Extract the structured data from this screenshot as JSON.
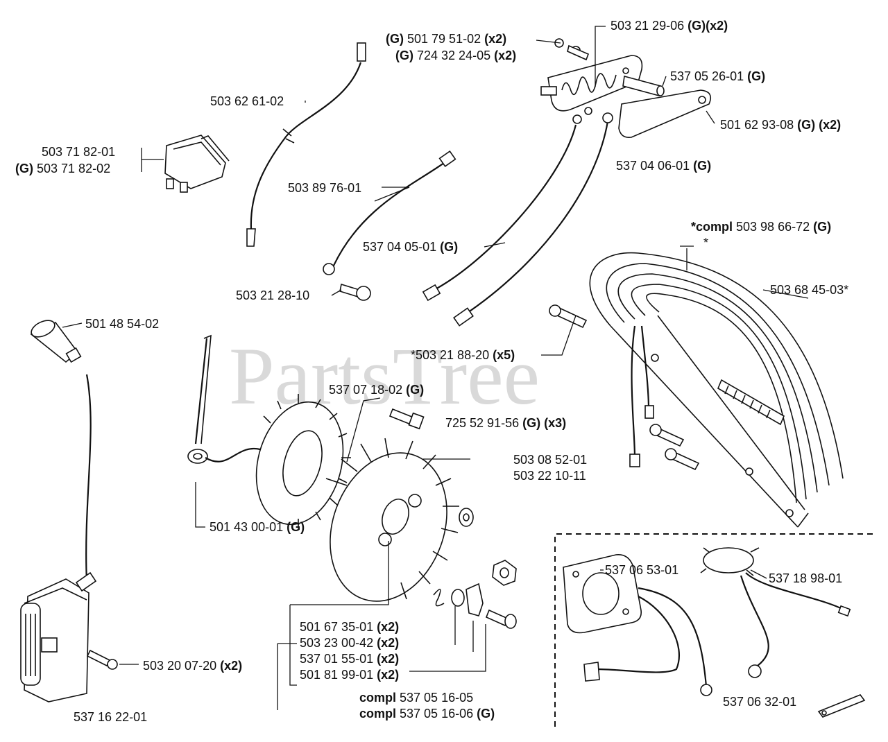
{
  "watermark": "PartsTree",
  "labels": {
    "p1": {
      "pre": "",
      "num": "503 21 29-06",
      "suf": " (G)(x2)"
    },
    "p2": {
      "pre": "(G) ",
      "num": "501 79 51-02",
      "suf": " (x2)"
    },
    "p3": {
      "pre": "(G) ",
      "num": "724 32 24-05",
      "suf": " (x2)"
    },
    "p4": {
      "pre": "",
      "num": "537 05 26-01",
      "suf": " (G)"
    },
    "p5": {
      "pre": "",
      "num": "501 62 93-08",
      "suf": " (G) (x2)"
    },
    "p6": {
      "pre": "",
      "num": "537 04 06-01",
      "suf": " (G)"
    },
    "p7": {
      "pre": "",
      "num": "503 62 61-02",
      "suf": ""
    },
    "p8": {
      "pre": "",
      "num": "503 71 82-01",
      "suf": ""
    },
    "p9": {
      "pre": "(G) ",
      "num": "503 71 82-02",
      "suf": ""
    },
    "p10": {
      "pre": "",
      "num": "503 89 76-01",
      "suf": ""
    },
    "p11": {
      "pre": "*compl ",
      "num": "503 98 66-72",
      "suf": " (G)"
    },
    "p12": {
      "pre": "",
      "num": "*",
      "suf": ""
    },
    "p13": {
      "pre": "",
      "num": "537 04 05-01",
      "suf": " (G)"
    },
    "p14": {
      "pre": "",
      "num": "503 68 45-03*",
      "suf": ""
    },
    "p15": {
      "pre": "",
      "num": "503 21 28-10",
      "suf": ""
    },
    "p16": {
      "pre": "",
      "num": "501 48 54-02",
      "suf": ""
    },
    "p17": {
      "pre": "",
      "num": "*503 21 88-20",
      "suf": " (x5)"
    },
    "p18": {
      "pre": "",
      "num": "537 07 18-02",
      "suf": " (G)"
    },
    "p19": {
      "pre": "",
      "num": "725 52 91-56",
      "suf": " (G) (x3)"
    },
    "p20": {
      "pre": "",
      "num": "503 08 52-01",
      "suf": ""
    },
    "p21": {
      "pre": "",
      "num": "503 22 10-11",
      "suf": ""
    },
    "p22": {
      "pre": "",
      "num": "501 43 00-01",
      "suf": " (G)"
    },
    "p23": {
      "pre": "",
      "num": "537 06 53-01",
      "suf": ""
    },
    "p24": {
      "pre": "",
      "num": "537 18 98-01",
      "suf": ""
    },
    "p25": {
      "pre": "",
      "num": "501 67 35-01",
      "suf": " (x2)"
    },
    "p26": {
      "pre": "",
      "num": "503 23 00-42",
      "suf": " (x2)"
    },
    "p27": {
      "pre": "",
      "num": "537 01 55-01",
      "suf": " (x2)"
    },
    "p28": {
      "pre": "",
      "num": "501 81 99-01",
      "suf": " (x2)"
    },
    "p29": {
      "pre": "",
      "num": "503 20 07-20",
      "suf": " (x2)"
    },
    "p30": {
      "pre": "compl ",
      "num": "537 05 16-05",
      "suf": ""
    },
    "p31": {
      "pre": "compl ",
      "num": "537 05 16-06",
      "suf": " (G)"
    },
    "p32": {
      "pre": "",
      "num": "537 16 22-01",
      "suf": ""
    },
    "p33": {
      "pre": "",
      "num": "537 06 32-01",
      "suf": ""
    }
  }
}
